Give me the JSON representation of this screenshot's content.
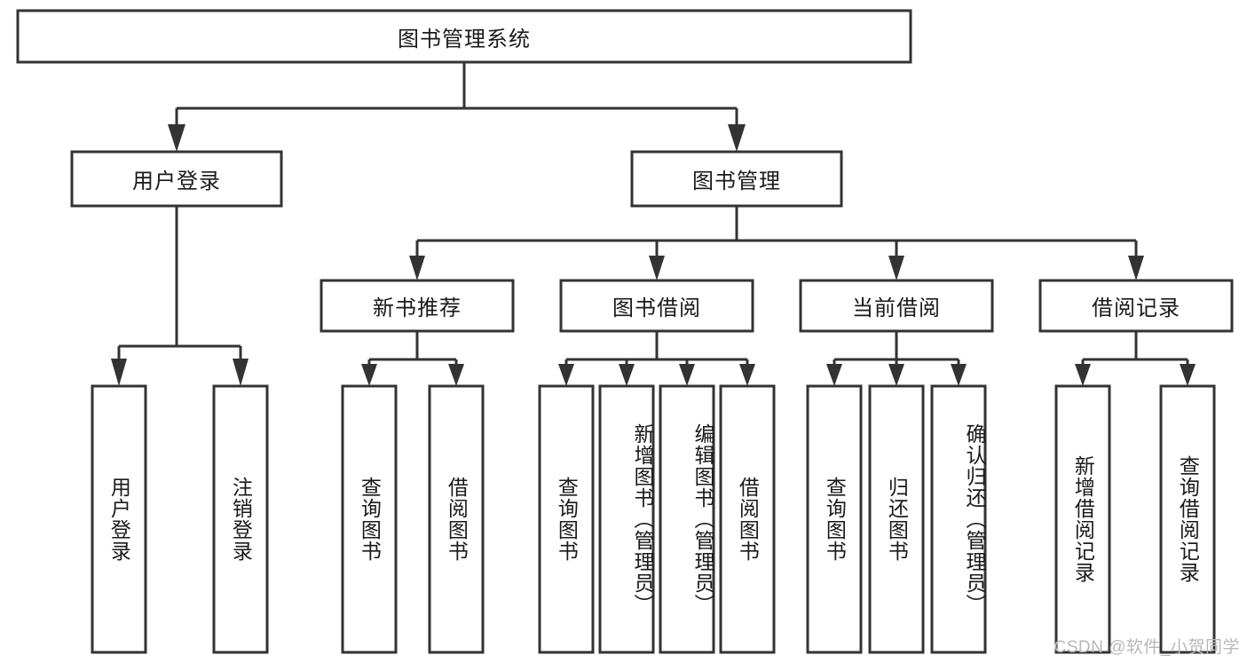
{
  "diagram": {
    "type": "tree",
    "title": "图书管理系统",
    "watermark": "CSDN @软件_小贺同学",
    "colors": {
      "box_stroke": "#333333",
      "box_fill": "#ffffff",
      "text": "#1a1a1a",
      "background": "#ffffff",
      "watermark": "#b8b8b8"
    },
    "levels": {
      "root": {
        "label": "图书管理系统"
      },
      "level2": [
        {
          "label": "用户登录"
        },
        {
          "label": "图书管理"
        }
      ],
      "level3": [
        {
          "label": "新书推荐"
        },
        {
          "label": "图书借阅"
        },
        {
          "label": "当前借阅"
        },
        {
          "label": "借阅记录"
        }
      ]
    },
    "nodes": {
      "root": "图书管理系统",
      "user_login": "用户登录",
      "book_manage": "图书管理",
      "new_book_rec": "新书推荐",
      "book_borrow": "图书借阅",
      "current_borrow": "当前借阅",
      "borrow_record": "借阅记录"
    },
    "leaves": {
      "user_login": [
        "用户登录",
        "注销登录"
      ],
      "new_book_rec": [
        "查询图书",
        "借阅图书"
      ],
      "book_borrow": [
        "查询图书",
        "新增图书（管理员）",
        "编辑图书（管理员）",
        "借阅图书"
      ],
      "current_borrow": [
        "查询图书",
        "归还图书",
        "确认归还（管理员）"
      ],
      "borrow_record": [
        "新增借阅记录",
        "查询借阅记录"
      ]
    },
    "leaf_labels_flat": [
      "用户登录",
      "注销登录",
      "查询图书",
      "借阅图书",
      "查询图书",
      "新增图书（管理员）",
      "编辑图书（管理员）",
      "借阅图书",
      "查询图书",
      "归还图书",
      "确认归还（管理员）",
      "新增借阅记录",
      "查询借阅记录"
    ]
  }
}
